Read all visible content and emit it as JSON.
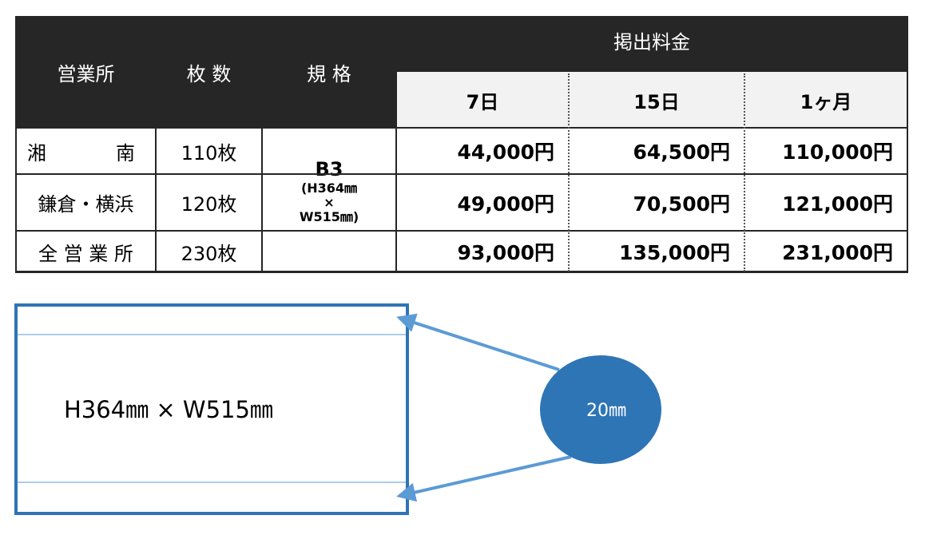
{
  "table": {
    "headers": {
      "office": "営業所",
      "count": "枚 数",
      "spec": "規 格",
      "fee": "掲出料金"
    },
    "periods": [
      "7日",
      "15日",
      "1ヶ月"
    ],
    "rows": [
      {
        "office_a": "湘",
        "office_b": "南",
        "count": "110枚",
        "prices": [
          "44,000円",
          "64,500円",
          "110,000円"
        ]
      },
      {
        "office": "鎌倉・横浜",
        "count": "120枚",
        "prices": [
          "49,000円",
          "70,500円",
          "121,000円"
        ]
      },
      {
        "office": "全 営 業 所",
        "count": "230枚",
        "prices": [
          "93,000円",
          "135,000円",
          "231,000円"
        ]
      }
    ],
    "spec": {
      "size": "B3",
      "line1": "(H364㎜",
      "line2": "×",
      "line3": "W515㎜)"
    }
  },
  "diagram": {
    "label": "H364㎜ × W515㎜",
    "margin": "20㎜",
    "colors": {
      "frame": "#2e75b6",
      "arrow": "#5b9bd5",
      "circle": "#2e75b6"
    }
  }
}
